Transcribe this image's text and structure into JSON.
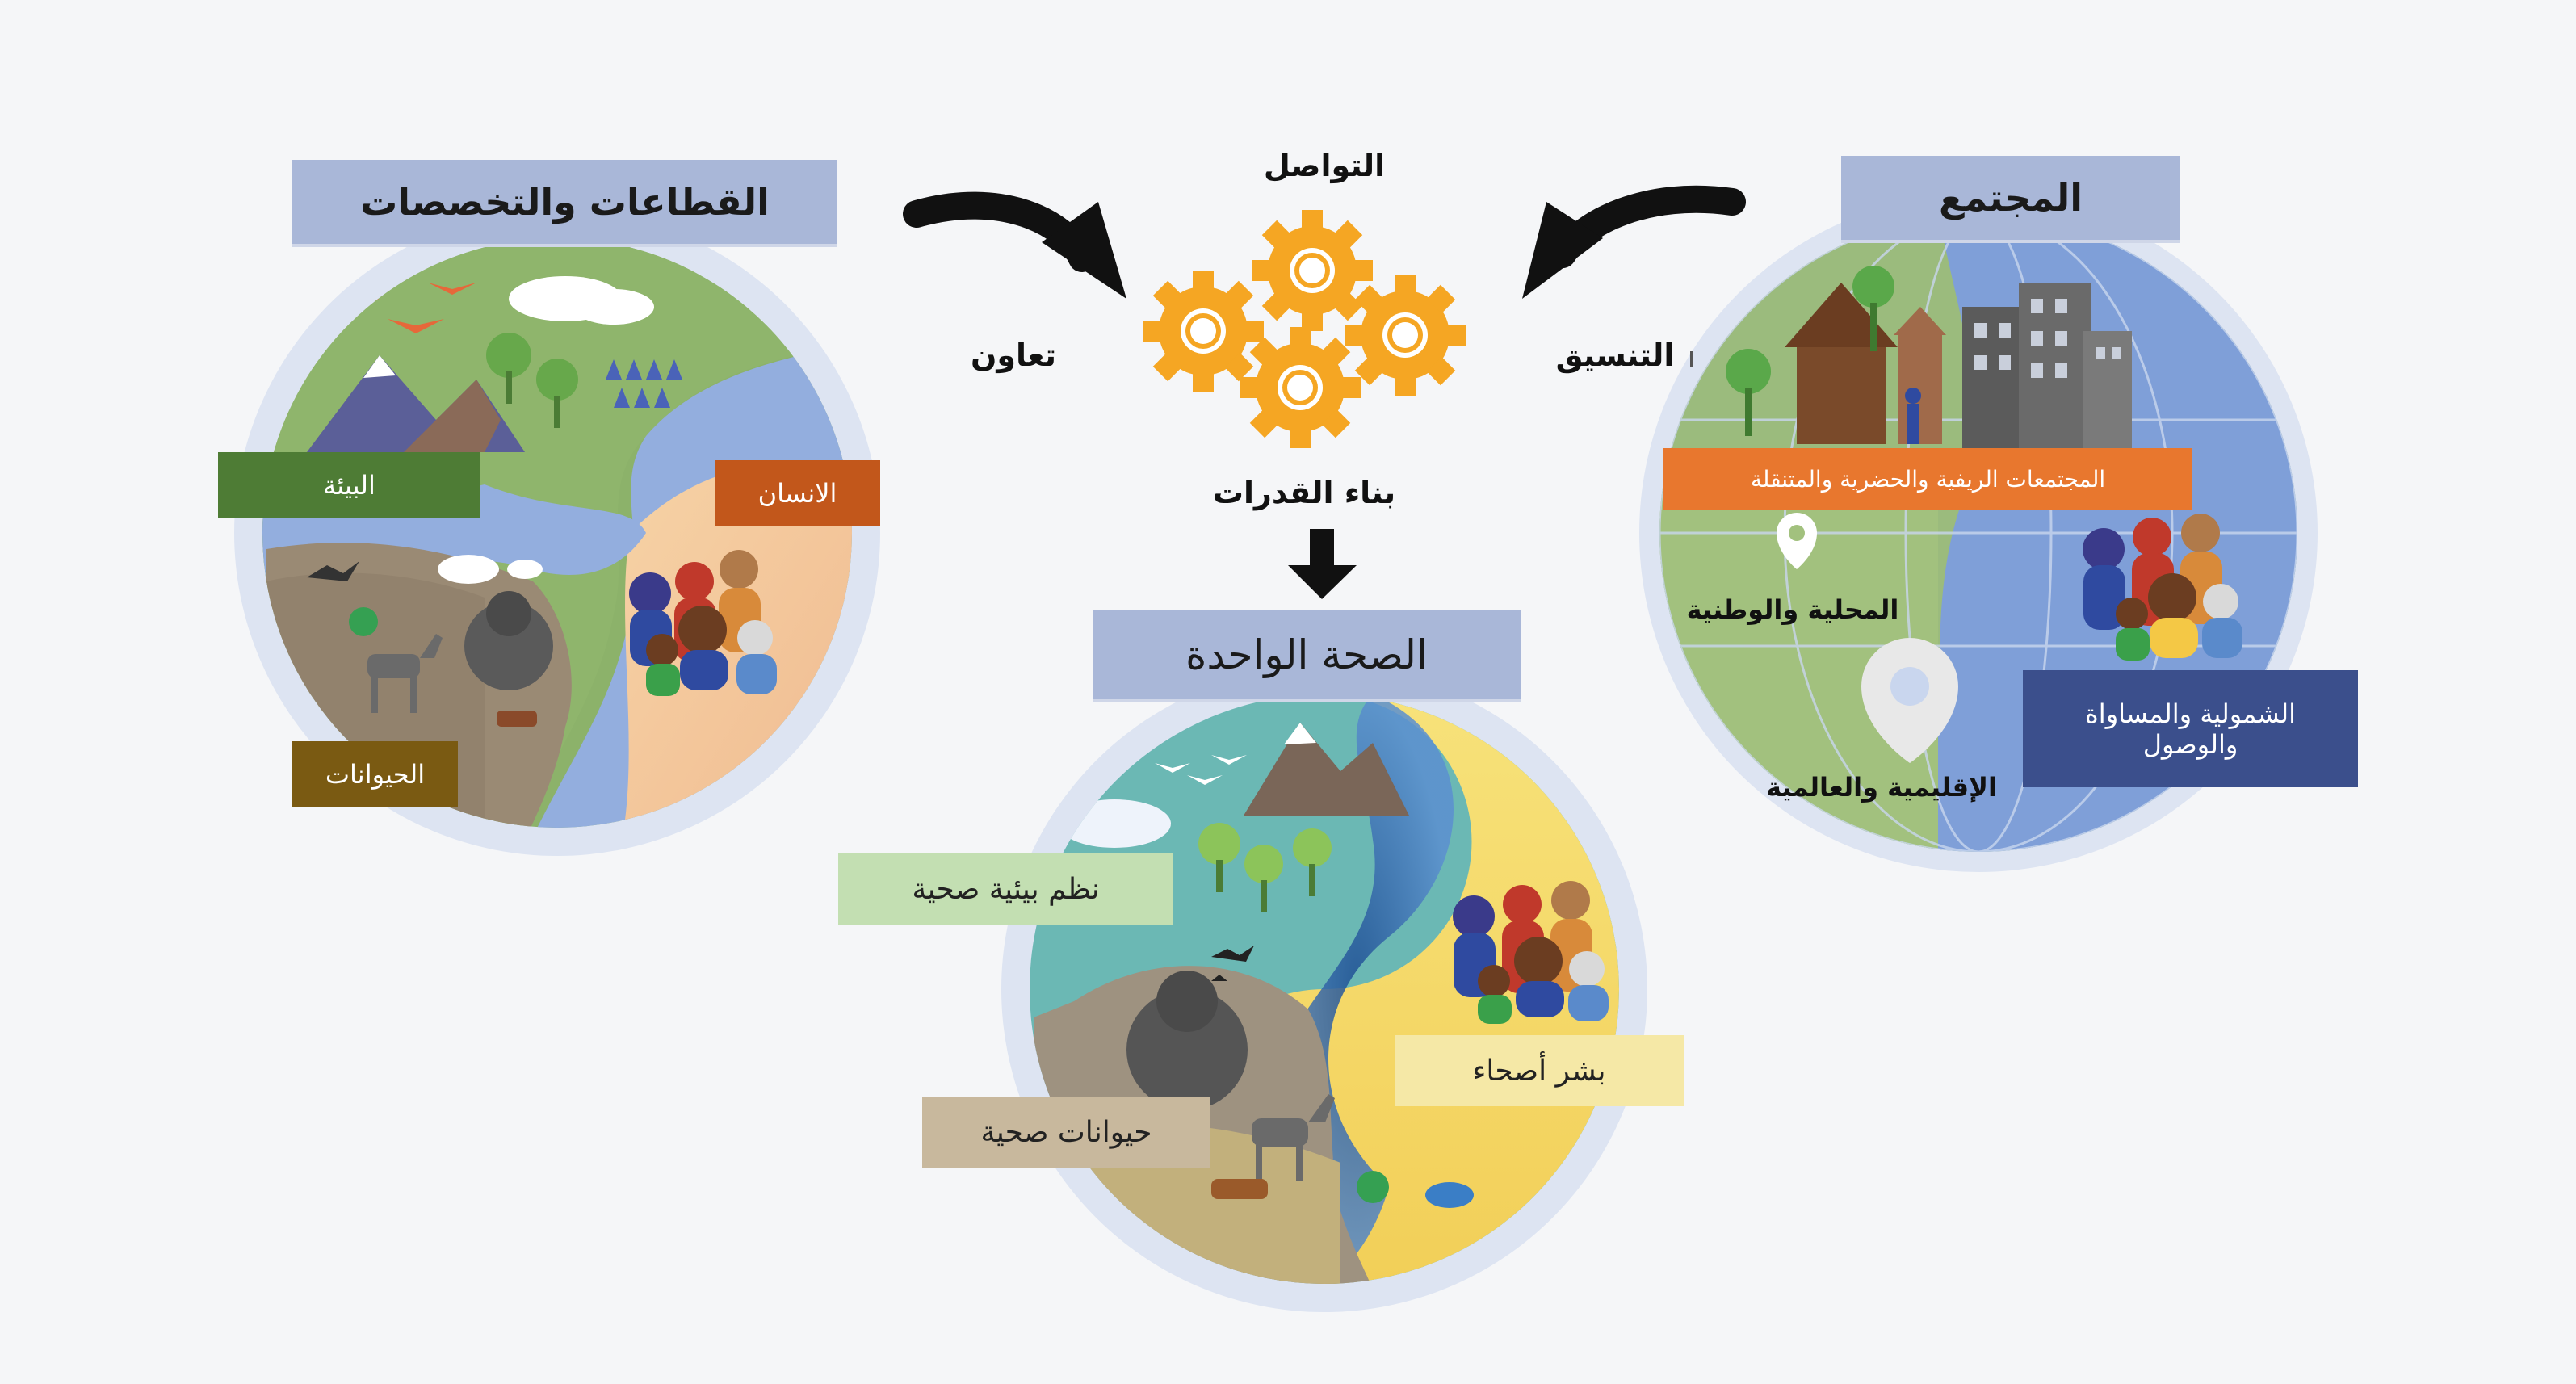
{
  "left": {
    "header": "القطاعات والتخصصات",
    "tags": {
      "environment": "البيئة",
      "humans": "الانسان",
      "animals": "الحيوانات"
    }
  },
  "center": {
    "top": "التواصل",
    "left": "تعاون",
    "right": "التنسيق",
    "bottom": "بناء القدرات",
    "header": "الصحة الواحدة",
    "tags": {
      "ecosystems": "نظم بيئية صحية",
      "people": "بشر أصحاء",
      "animals": "حيوانات صحية"
    }
  },
  "right": {
    "header": "المجتمع",
    "tags": {
      "communities": "المجتمعات الريفية والحضرية والمتنقلة",
      "local": "المحلية والوطنية",
      "inclusion_line1": "الشمولية والمساواة",
      "inclusion_line2": "والوصول",
      "regional": "الإقليمية والعالمية"
    }
  },
  "colors": {
    "header_bg": "#a9b7d8",
    "environment_tag": "#4e7c35",
    "humans_tag": "#c2571b",
    "animals_tag": "#7a5a12",
    "communities_tag": "#e8772e",
    "inclusion_tag": "#3b4f8c",
    "ecosystems_tag": "#c3dfb2",
    "people_tag": "#f5e8a6",
    "healthy_animals_tag": "#c8b89d",
    "gear": "#f5a623",
    "arrow": "#111111"
  }
}
